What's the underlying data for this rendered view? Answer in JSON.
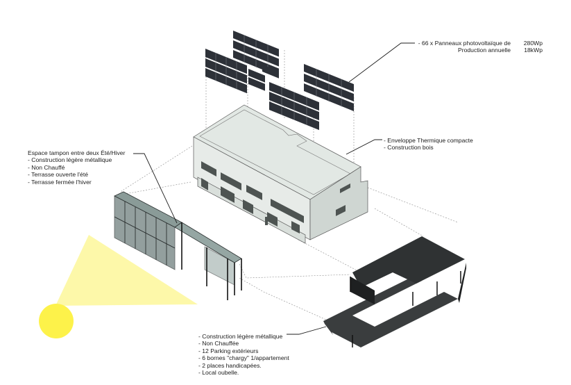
{
  "annotations": {
    "solar": {
      "line1_label": "- 66 x Panneaux photovoltaïque de",
      "line1_value": "280Wp",
      "line2_label": "Production annuelle",
      "line2_value": "18kWp"
    },
    "envelope": {
      "items": [
        "- Enveloppe Thermique compacte",
        "- Construction bois"
      ]
    },
    "tampon": {
      "items": [
        "Espace tampon entre deux Été/Hiver",
        "- Construction légère métallique",
        "- Non Chauffé",
        "- Terrasse ouverte l'été",
        "- Terrasse fermée l'hiver"
      ]
    },
    "parking": {
      "items": [
        "- Construction légère métallique",
        "- Non Chauffée",
        "- 12 Parking extérieurs",
        "- 6 bornes \"chargy\" 1/appartement",
        "- 2 places handicapées.",
        "- Local oubelle."
      ]
    }
  },
  "colors": {
    "sun": "#fdf24a",
    "sun_rays": "#fdf79a",
    "building_wall": "#e7ebe8",
    "building_roof": "#e2e8e4",
    "building_shade": "#cfd6d2",
    "solar_panel": "#2d3138",
    "parking_roof": "#3a3d3e",
    "glass_structure": "#5f6e6d",
    "leader_line": "#1c1c1c"
  }
}
